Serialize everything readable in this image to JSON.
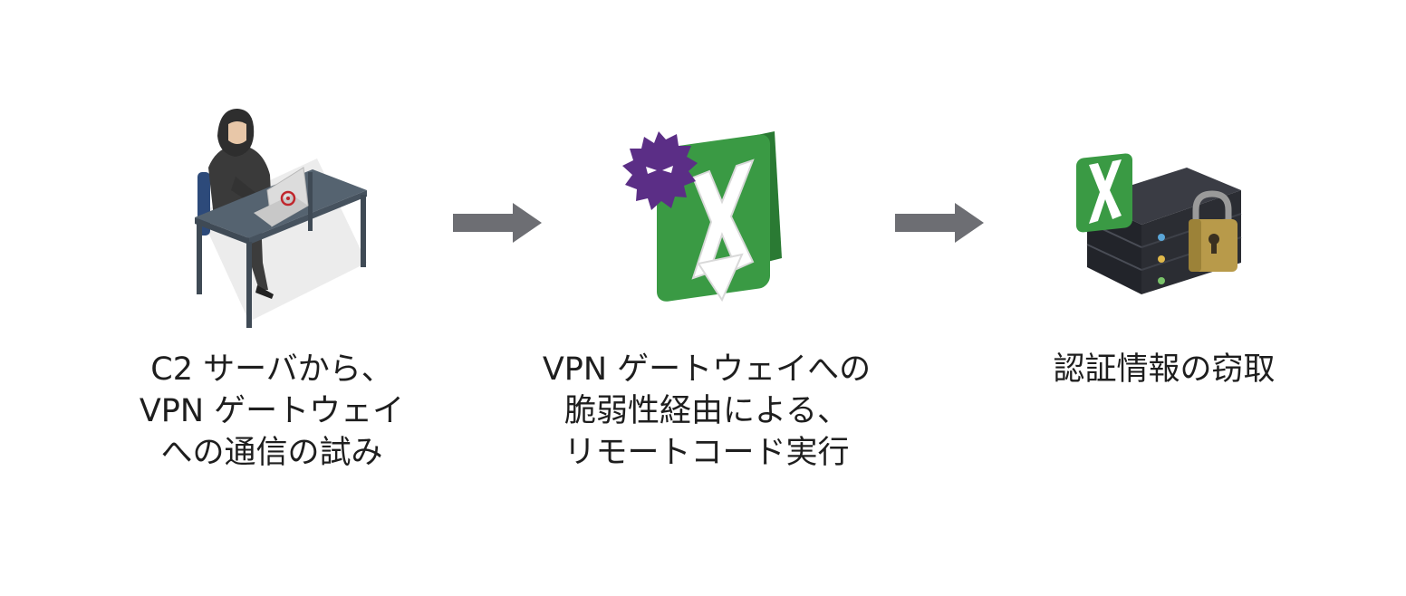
{
  "steps": [
    {
      "icon": "hacker-at-desk-icon",
      "lines": [
        "C2 サーバから、",
        "VPN ゲートウェイ",
        "への通信の試み"
      ]
    },
    {
      "icon": "malware-vpn-gateway-icon",
      "lines": [
        "VPN ゲートウェイへの",
        "脆弱性経由による、",
        "リモートコード実行"
      ]
    },
    {
      "icon": "locked-server-icon",
      "lines": [
        "認証情報の窃取"
      ]
    }
  ],
  "arrows": [
    {
      "icon": "right-arrow-icon"
    },
    {
      "icon": "right-arrow-icon"
    }
  ],
  "colors": {
    "arrow": "#6d6e73",
    "gateway_green": "#3a9a44",
    "malware_purple": "#5b2e86",
    "server_dark": "#2b2d33",
    "desk": "#4b5560",
    "lock_gold": "#b89a4a"
  }
}
